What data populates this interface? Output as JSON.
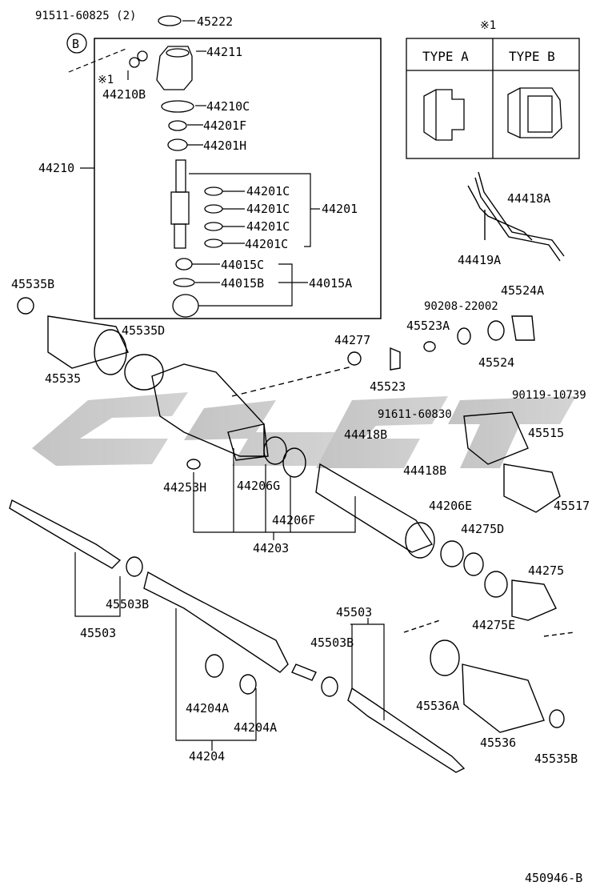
{
  "labels": {
    "45222": "45222",
    "bolt_top": "91511-60825 (2)",
    "b_circle": "B",
    "note1_top": "※1",
    "note1_left": "※1",
    "44211": "44211",
    "44210B": "44210B",
    "44210C": "44210C",
    "44201F": "44201F",
    "44201H": "44201H",
    "44210": "44210",
    "44201C_1": "44201C",
    "44201C_2": "44201C",
    "44201C_3": "44201C",
    "44201C_4": "44201C",
    "44201": "44201",
    "44015C": "44015C",
    "44015B": "44015B",
    "44015A": "44015A",
    "type_a": "TYPE A",
    "type_b": "TYPE B",
    "44418A_top": "44418A",
    "44419A": "44419A",
    "45535B_top": "45535B",
    "45535D": "45535D",
    "45535": "45535",
    "44277": "44277",
    "90208": "90208-22002",
    "45524A": "45524A",
    "45523A": "45523A",
    "45524": "45524",
    "45523": "45523",
    "90119": "90119-10739",
    "91611": "91611-60830",
    "45515": "45515",
    "44418B_1": "44418B",
    "44418B_2": "44418B",
    "44253H": "44253H",
    "44206G": "44206G",
    "44206F": "44206F",
    "44203": "44203",
    "45517": "45517",
    "44206E": "44206E",
    "44275D": "44275D",
    "44275": "44275",
    "44275E": "44275E",
    "45503B_left": "45503B",
    "45503_left": "45503",
    "45503_right": "45503",
    "45503B_right": "45503B",
    "44204A_1": "44204A",
    "44204A_2": "44204A",
    "44204": "44204",
    "45536A": "45536A",
    "45536": "45536",
    "45535B_bottom": "45535B",
    "figure_no": "450946-B"
  }
}
